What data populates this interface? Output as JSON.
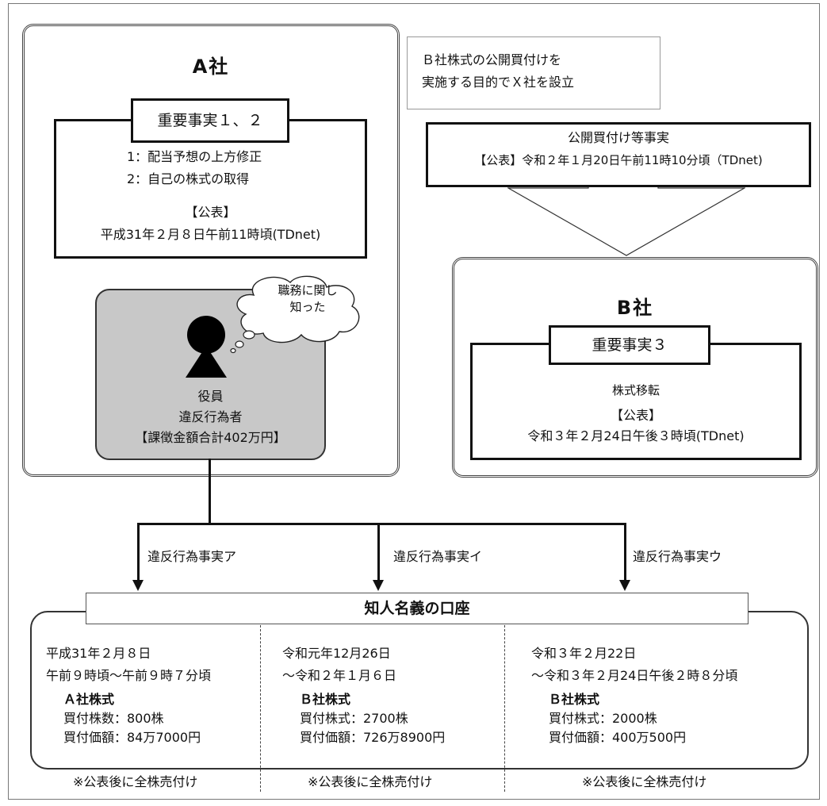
{
  "company_a": {
    "title": "A社",
    "material_fact_label": "重要事実１、２",
    "facts": [
      "1：配当予想の上方修正",
      "2：自己の株式の取得"
    ],
    "announce_label": "【公表】",
    "announce_time": "平成31年２月８日午前11時頃(TDnet)"
  },
  "officer": {
    "thought_line1": "職務に関し",
    "thought_line2": "知った",
    "role": "役員",
    "status": "違反行為者",
    "penalty": "【課徴金額合計402万円】"
  },
  "x_company": {
    "note_line1": "Ｂ社株式の公開買付けを",
    "note_line2": "実施する目的でＸ社を設立",
    "tender_label": "公開買付け等事実",
    "tender_announce": "【公表】令和２年１月20日午前11時10分頃（TDnet)"
  },
  "company_b": {
    "title": "B社",
    "material_fact_label": "重要事実３",
    "fact": "株式移転",
    "announce_label": "【公表】",
    "announce_time": "令和３年２月24日午後３時頃(TDnet)"
  },
  "violations": [
    {
      "label": "違反行為事実ア"
    },
    {
      "label": "違反行為事実イ"
    },
    {
      "label": "違反行為事実ウ"
    }
  ],
  "account": {
    "title": "知人名義の口座",
    "columns": [
      {
        "date1": "平成31年２月８日",
        "date2": "午前９時頃〜午前９時７分頃",
        "stock": "Ａ社株式",
        "line1": "買付株数：800株",
        "line2": "買付価額：84万7000円",
        "note": "※公表後に全株売付け"
      },
      {
        "date1": "令和元年12月26日",
        "date2": "〜令和２年１月６日",
        "stock": "Ｂ社株式",
        "line1": "買付株式：2700株",
        "line2": "買付価額：726万8900円",
        "note": "※公表後に全株売付け"
      },
      {
        "date1": "令和３年２月22日",
        "date2": "〜令和３年２月24日午後２時８分頃",
        "stock": "Ｂ社株式",
        "line1": "買付株式：2000株",
        "line2": "買付価額：400万500円",
        "note": "※公表後に全株売付け"
      }
    ]
  }
}
